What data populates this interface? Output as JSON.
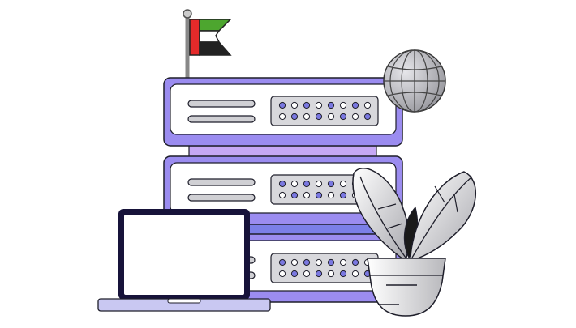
{
  "illustration": {
    "subject": "server-rack-with-uae-flag-laptop-globe-and-plant",
    "colors": {
      "server_outer": "#9b8cf0",
      "server_light": "#c6a8f5",
      "server_band": "#7b7fe8",
      "panel_face": "#f4f4f6",
      "panel_gray": "#d0d0d4",
      "led_blue": "#7a78e0",
      "led_white": "#ffffff",
      "flag_red": "#e52a2a",
      "flag_green": "#4da62f",
      "flag_white": "#ffffff",
      "flag_black": "#222222",
      "outline": "#1e1e2a",
      "laptop_frame": "#17133a",
      "laptop_base": "#c9c8f2",
      "globe_fill": "#b8b8bc",
      "plant_gray": "#c8c8cc"
    },
    "server_units": 3,
    "led_columns": 8,
    "led_rows": 2,
    "icons": [
      "uae-flag-icon",
      "globe-icon",
      "laptop-icon",
      "potted-plant-icon"
    ]
  }
}
